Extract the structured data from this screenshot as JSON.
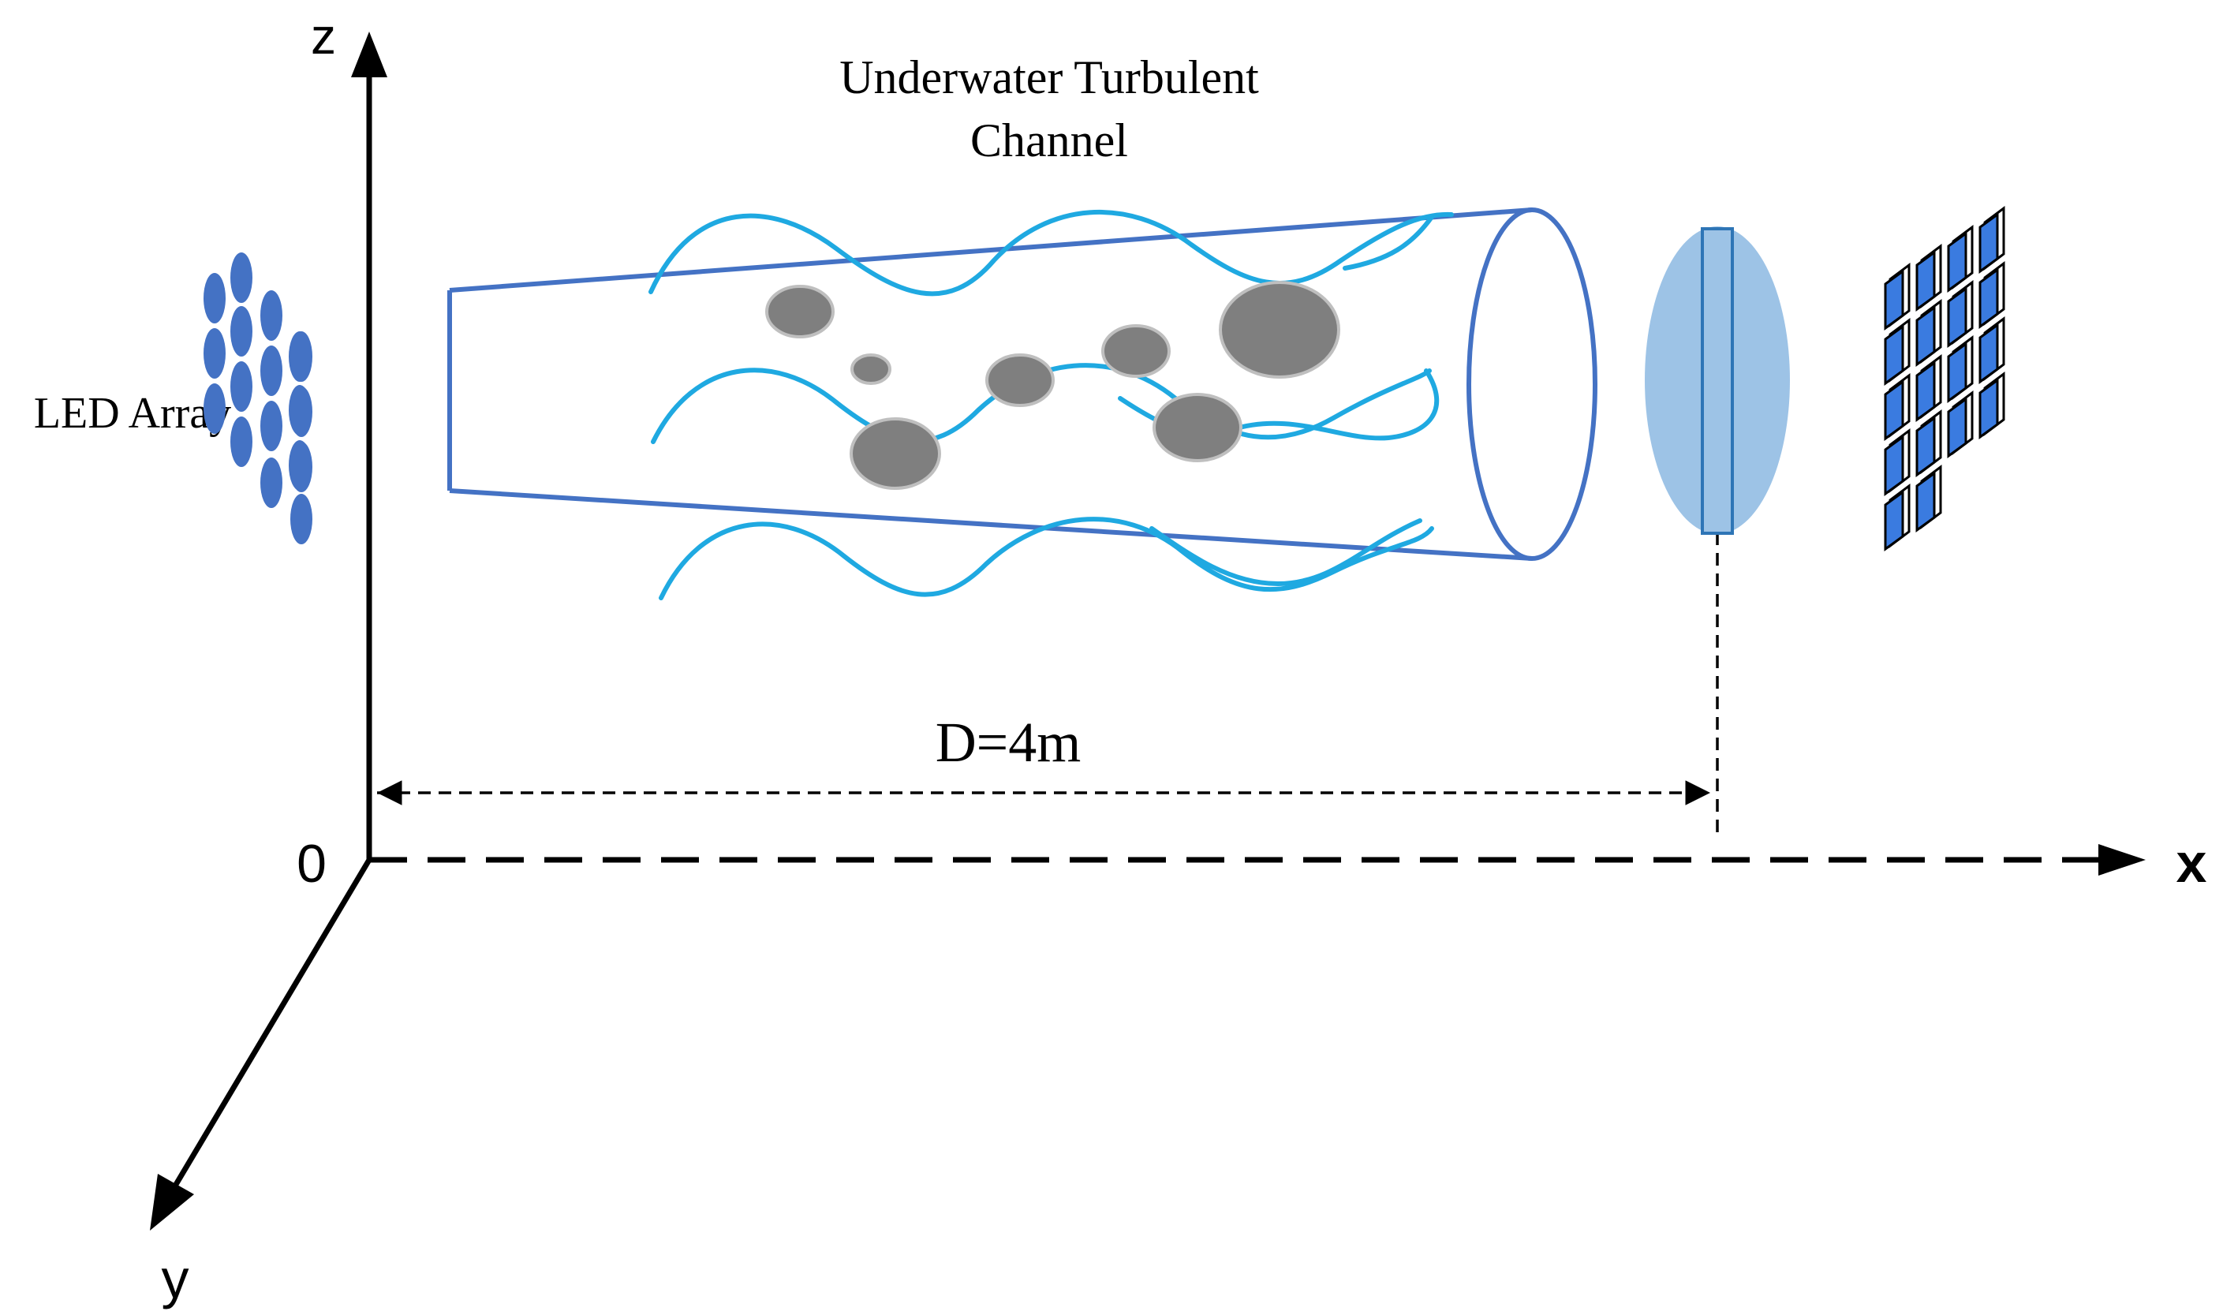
{
  "labels": {
    "channel_line1": "Underwater Turbulent",
    "channel_line2": "Channel",
    "led_array": "LED Array",
    "distance": "D=4m",
    "axis_z": "z",
    "axis_x": "x",
    "axis_y": "y",
    "origin": "0"
  },
  "colors": {
    "axis": "#000000",
    "channel_outline": "#4472c4",
    "turbulence": "#1fa9e1",
    "particle_fill": "#7f7f7f",
    "particle_stroke": "#bfbfbf",
    "lens_fill": "#9dc3e6",
    "led_fill": "#4472c4",
    "detector_fill": "#3a7be0"
  },
  "icons": {
    "led_array": "led-array-icon",
    "lens": "lens-icon",
    "detector_array": "detector-array-icon"
  }
}
